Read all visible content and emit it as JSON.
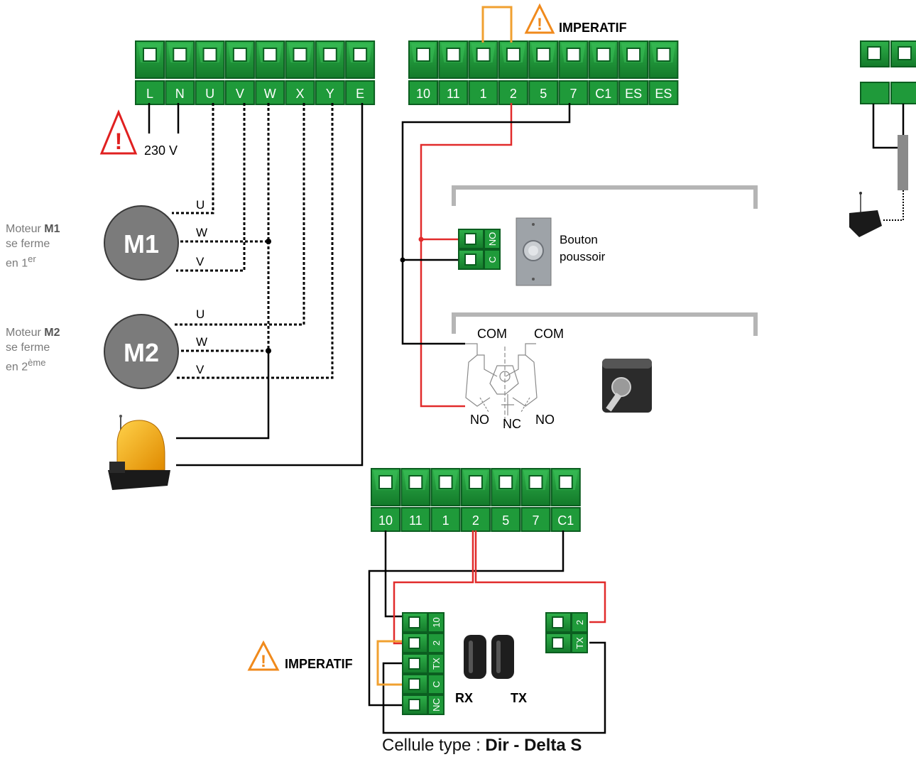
{
  "top_block_left": [
    "L",
    "N",
    "U",
    "V",
    "W",
    "X",
    "Y",
    "E"
  ],
  "top_block_right": [
    "10",
    "11",
    "1",
    "2",
    "5",
    "7",
    "C1",
    "ES",
    "ES"
  ],
  "bottom_block": [
    "10",
    "11",
    "1",
    "2",
    "5",
    "7",
    "C1"
  ],
  "warning_label": "IMPERATIF",
  "voltage_label": "230 V",
  "motor1": {
    "name": "M1",
    "prefix": "Moteur",
    "line2": "se ferme",
    "line3": "en 1",
    "sup": "er"
  },
  "motor2": {
    "name": "M2",
    "prefix": "Moteur",
    "line2": "se ferme",
    "line3": "en 2",
    "sup": "ème"
  },
  "wire_letters": {
    "u": "U",
    "w": "W",
    "v": "V"
  },
  "push_button": {
    "line1": "Bouton",
    "line2": "poussoir",
    "terminals": [
      "NO",
      "C"
    ]
  },
  "key_switch": {
    "com1": "COM",
    "com2": "COM",
    "no1": "NO",
    "nc": "NC",
    "no2": "NO"
  },
  "rx_terminals": [
    "10",
    "2",
    "TX",
    "C",
    "NC"
  ],
  "tx_terminals": [
    "2",
    "TX"
  ],
  "rx_label": "RX",
  "tx_label": "TX",
  "caption": {
    "prefix": "Cellule type : ",
    "bold": "Dir - Delta S"
  },
  "colors": {
    "terminal_green": "#1f9a3a",
    "terminal_dark": "#0b5e20",
    "wire_red": "#e12b2b",
    "wire_orange": "#f0a030",
    "warning": "#f08a1c",
    "danger": "#e02020",
    "motor_grey": "#7b7b7b"
  }
}
